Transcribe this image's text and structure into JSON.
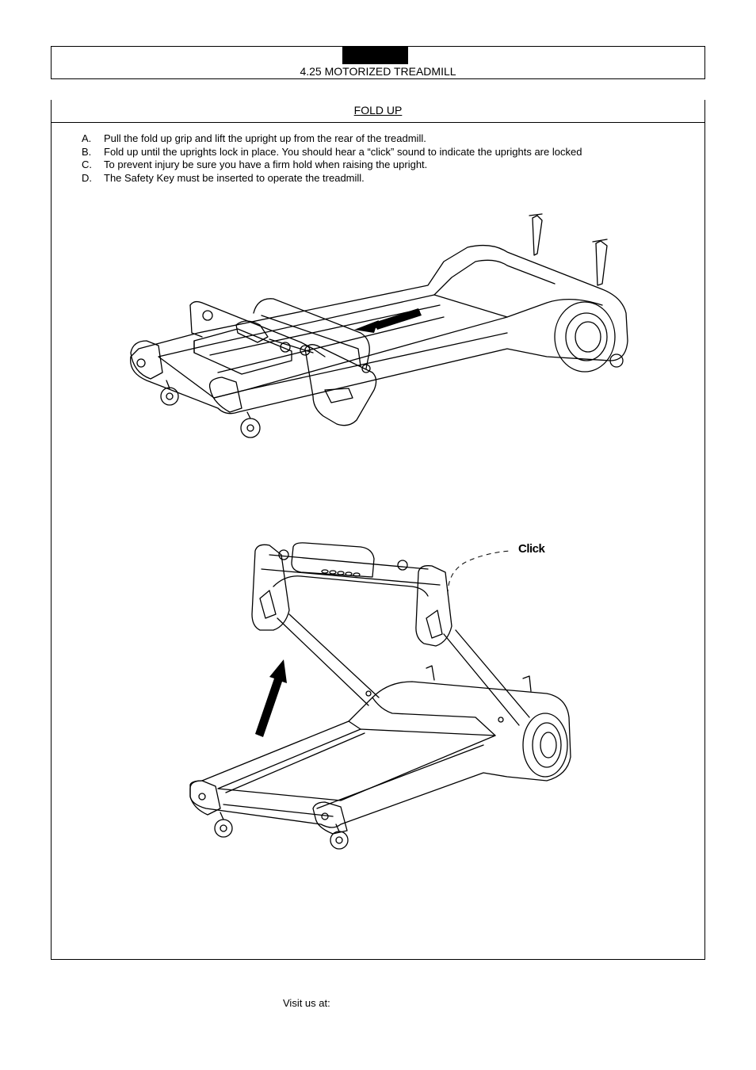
{
  "header": {
    "title": "4.25 MOTORIZED TREADMILL"
  },
  "section": {
    "title": "FOLD UP"
  },
  "steps": [
    {
      "letter": "A.",
      "text": "Pull the fold up grip and lift the upright up from the rear of the treadmill."
    },
    {
      "letter": "B.",
      "text": "Fold up until the uprights lock in place.  You should hear a “click” sound to indicate the uprights are locked"
    },
    {
      "letter": "C.",
      "text": "To prevent injury be sure you have a firm hold when raising the upright."
    },
    {
      "letter": "D.",
      "text": "The Safety Key must be inserted to operate the treadmill."
    }
  ],
  "figure2": {
    "click_label": "Click"
  },
  "footer": {
    "text": "Visit us at:"
  }
}
